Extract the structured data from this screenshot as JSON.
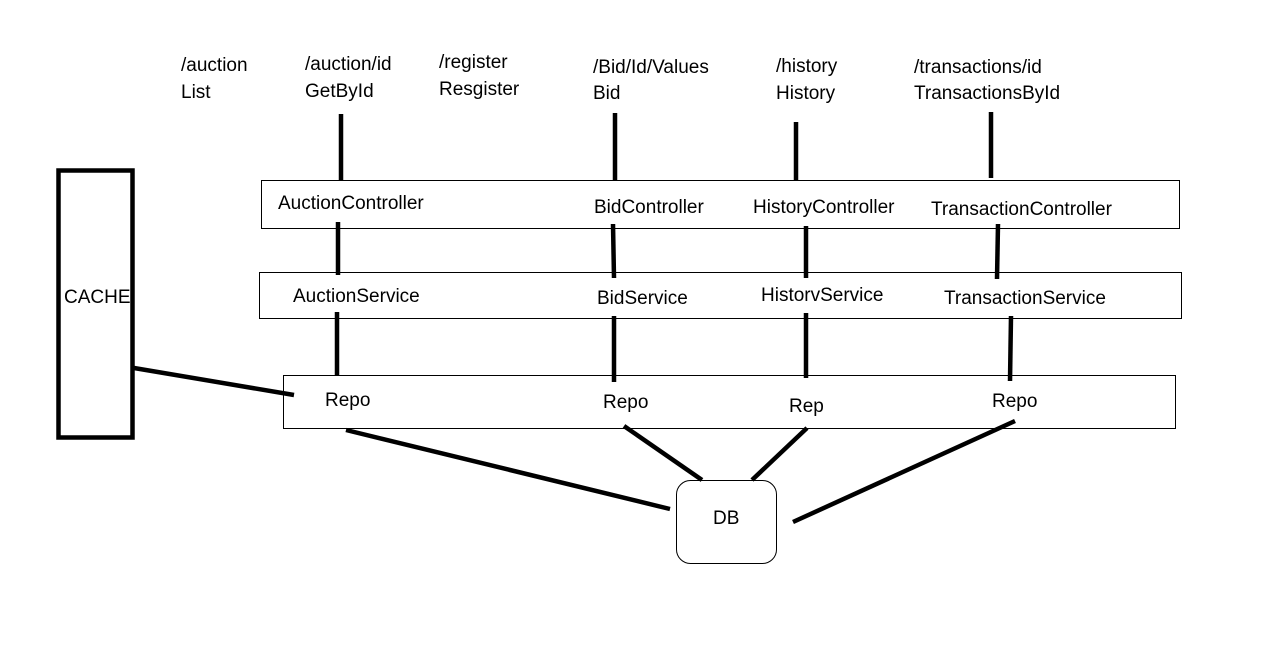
{
  "endpoints": [
    {
      "path": "/auction",
      "name": "List"
    },
    {
      "path": "/auction/id",
      "name": "GetById"
    },
    {
      "path": "/register",
      "name": "Resgister"
    },
    {
      "path": "/Bid/Id/Values",
      "name": "Bid"
    },
    {
      "path": "/history",
      "name": "History"
    },
    {
      "path": "/transactions/id",
      "name": "TransactionsById"
    }
  ],
  "controllers": [
    "AuctionController",
    "BidController",
    "HistoryController",
    "TransactionController"
  ],
  "services": [
    "AuctionService",
    "BidService",
    "HistorvService",
    "TransactionService"
  ],
  "repos": [
    "Repo",
    "Repo",
    "Rep",
    "Repo"
  ],
  "cache_label": "CACHE",
  "db_label": "DB"
}
